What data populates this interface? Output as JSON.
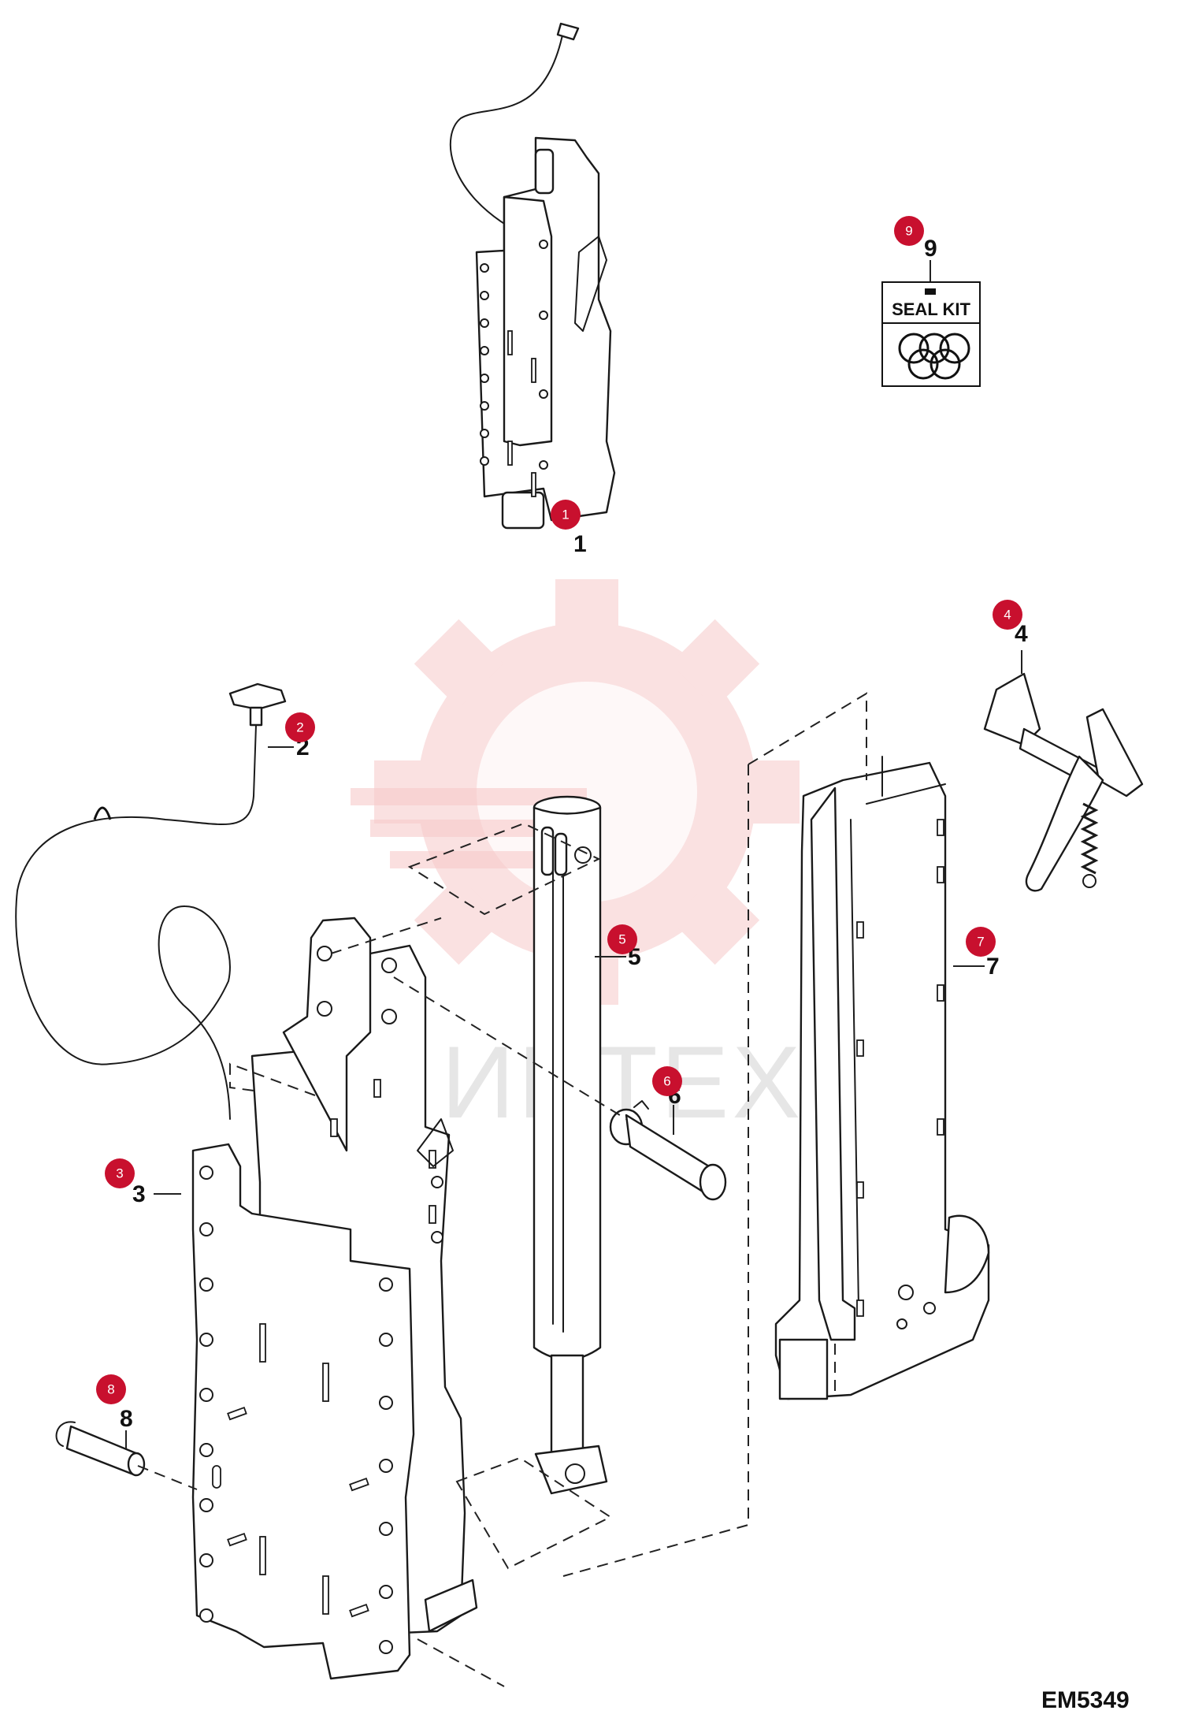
{
  "watermark": {
    "text": "ИНТЕХ"
  },
  "drawing_code": "EM5349",
  "seal_kit": {
    "label": "SEAL KIT"
  },
  "parts": [
    {
      "id": "1",
      "callout": "1",
      "badge": "1"
    },
    {
      "id": "2",
      "callout": "2",
      "badge": "2"
    },
    {
      "id": "3",
      "callout": "3",
      "badge": "3"
    },
    {
      "id": "4",
      "callout": "4",
      "badge": "4"
    },
    {
      "id": "5",
      "callout": "5",
      "badge": "5"
    },
    {
      "id": "6",
      "callout": "6",
      "badge": "6"
    },
    {
      "id": "7",
      "callout": "7",
      "badge": "7"
    },
    {
      "id": "8",
      "callout": "8",
      "badge": "8"
    },
    {
      "id": "9",
      "callout": "9",
      "badge": "9"
    }
  ],
  "colors": {
    "badge": "#c8102e",
    "watermark": "#f6c9c9",
    "line": "#1a1a1a"
  }
}
